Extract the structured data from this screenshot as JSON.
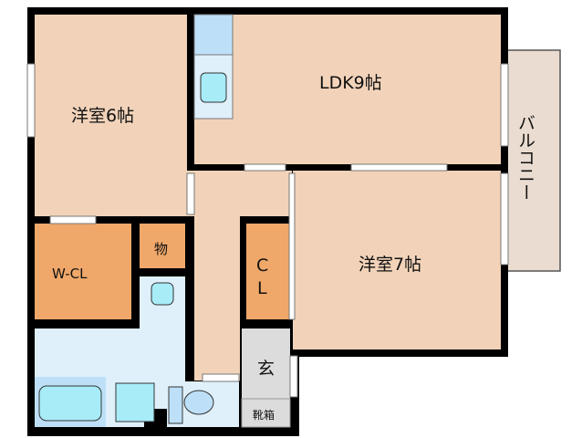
{
  "rooms": {
    "western_6": "洋室6帖",
    "ldk": "LDK9帖",
    "western_7": "洋室7帖",
    "walk_in_closet": "W-CL",
    "storage": "物",
    "closet_c": "C",
    "closet_l": "L",
    "entrance": "玄",
    "shoe_box": "靴箱",
    "balcony": "バルコニー"
  },
  "colors": {
    "room": "#f2d3b9",
    "closet": "#f0a86a",
    "wet_area": "#dff0fb",
    "fixture": "#bde0f8",
    "fixture_fill": "#a8ecf8",
    "entrance": "#dcdcdc",
    "balcony": "#eadcd0",
    "wall": "#000000"
  }
}
